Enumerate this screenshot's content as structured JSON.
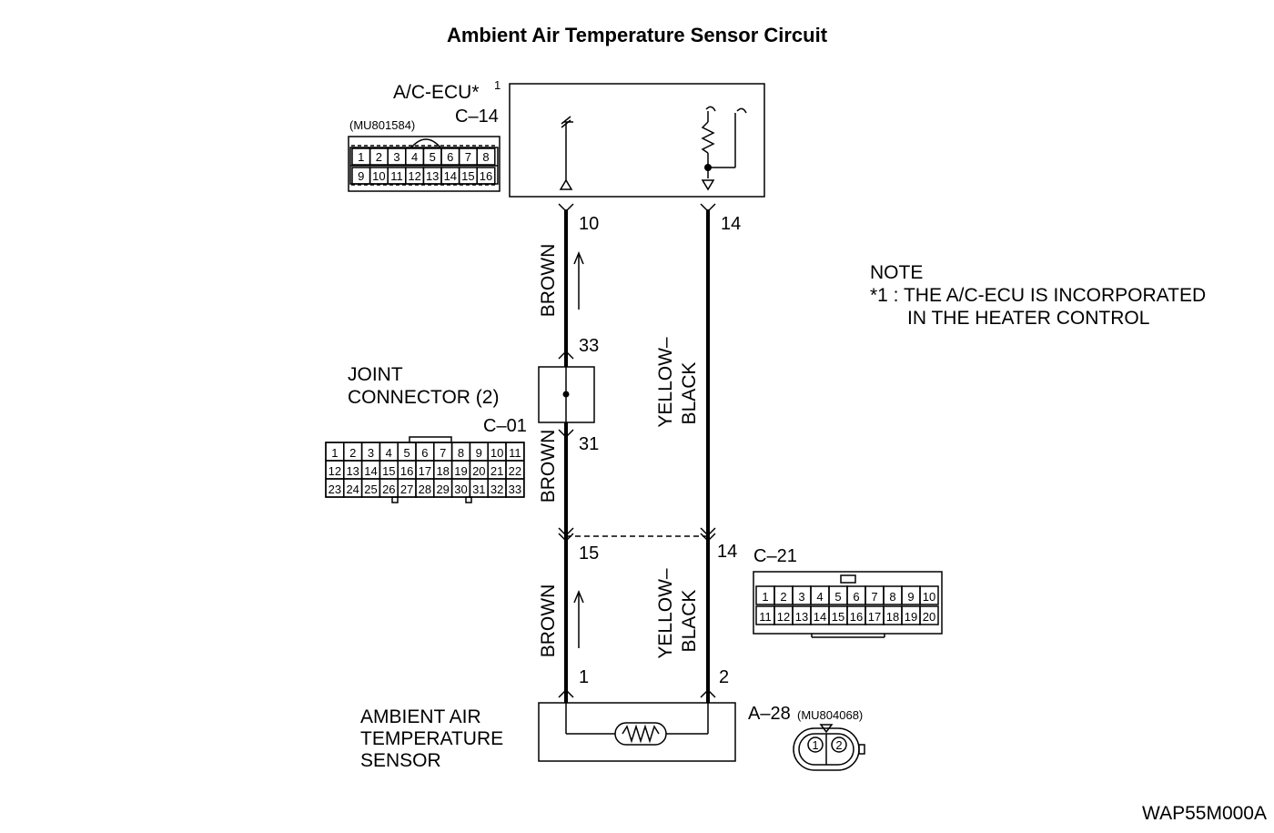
{
  "title": "Ambient Air Temperature Sensor Circuit",
  "ecu": {
    "name": "A/C-ECU*",
    "name_sup": "1",
    "connector": "C–14",
    "part_no": "(MU801584)",
    "pins_row1": [
      "1",
      "2",
      "3",
      "4",
      "5",
      "6",
      "7",
      "8"
    ],
    "pins_row2": [
      "9",
      "10",
      "11",
      "12",
      "13",
      "14",
      "15",
      "16"
    ],
    "left_pin": "10",
    "right_pin": "14"
  },
  "joint": {
    "name_line1": "JOINT",
    "name_line2": "CONNECTOR (2)",
    "connector": "C–01",
    "pin_in": "33",
    "pin_out": "31",
    "pins_row1": [
      "1",
      "2",
      "3",
      "4",
      "5",
      "6",
      "7",
      "8",
      "9",
      "10",
      "11"
    ],
    "pins_row2": [
      "12",
      "13",
      "14",
      "15",
      "16",
      "17",
      "18",
      "19",
      "20",
      "21",
      "22"
    ],
    "pins_row3": [
      "23",
      "24",
      "25",
      "26",
      "27",
      "28",
      "29",
      "30",
      "31",
      "32",
      "33"
    ]
  },
  "intermediate": {
    "connector": "C–21",
    "left_pin": "15",
    "right_pin": "14",
    "pins_row1": [
      "1",
      "2",
      "3",
      "4",
      "5",
      "6",
      "7",
      "8",
      "9",
      "10"
    ],
    "pins_row2": [
      "11",
      "12",
      "13",
      "14",
      "15",
      "16",
      "17",
      "18",
      "19",
      "20"
    ]
  },
  "sensor": {
    "name_line1": "AMBIENT AIR",
    "name_line2": "TEMPERATURE",
    "name_line3": "SENSOR",
    "connector": "A–28",
    "part_no": "(MU804068)",
    "left_pin": "1",
    "right_pin": "2",
    "face_pins": [
      "1",
      "2"
    ]
  },
  "wires": {
    "brown": "BROWN",
    "yellow_black_line1": "YELLOW–",
    "yellow_black_line2": "BLACK"
  },
  "note": {
    "heading": "NOTE",
    "line1": "*1 : THE A/C-ECU IS INCORPORATED",
    "line2": "IN THE HEATER CONTROL"
  },
  "footer_code": "WAP55M000A"
}
